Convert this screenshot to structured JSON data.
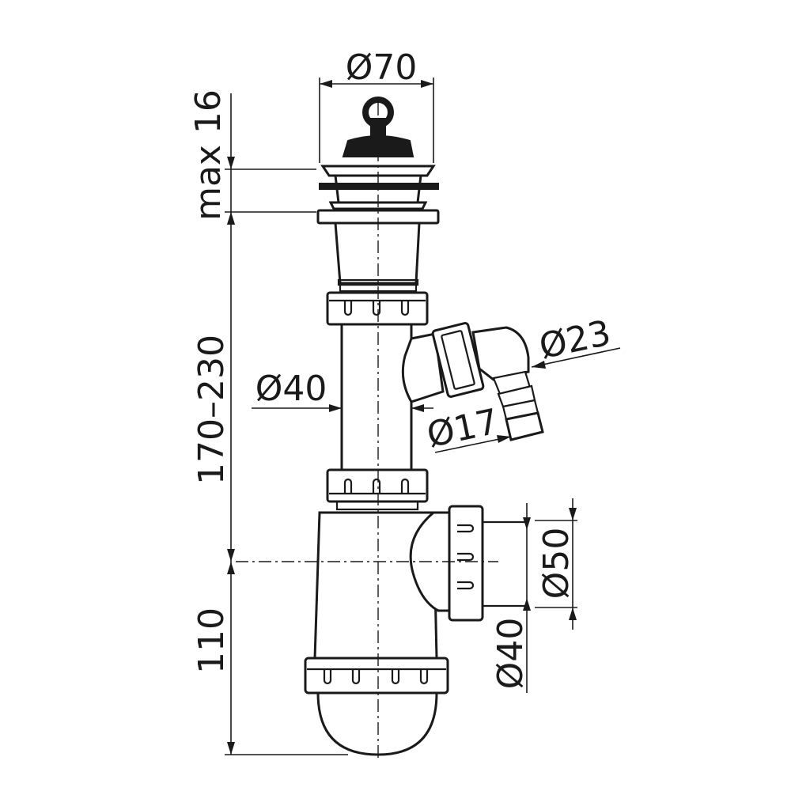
{
  "dimensions": {
    "top_diameter": "Ø70",
    "max_height": "max 16",
    "height_range": "170–230",
    "pipe_diameter": "Ø40",
    "hose_outer_diameter": "Ø23",
    "hose_inner_diameter": "Ø17",
    "trap_height": "110",
    "outlet_outer_diameter": "Ø50",
    "outlet_inner_diameter": "Ø40"
  },
  "colors": {
    "line": "#1a1a1a",
    "background": "#ffffff"
  }
}
